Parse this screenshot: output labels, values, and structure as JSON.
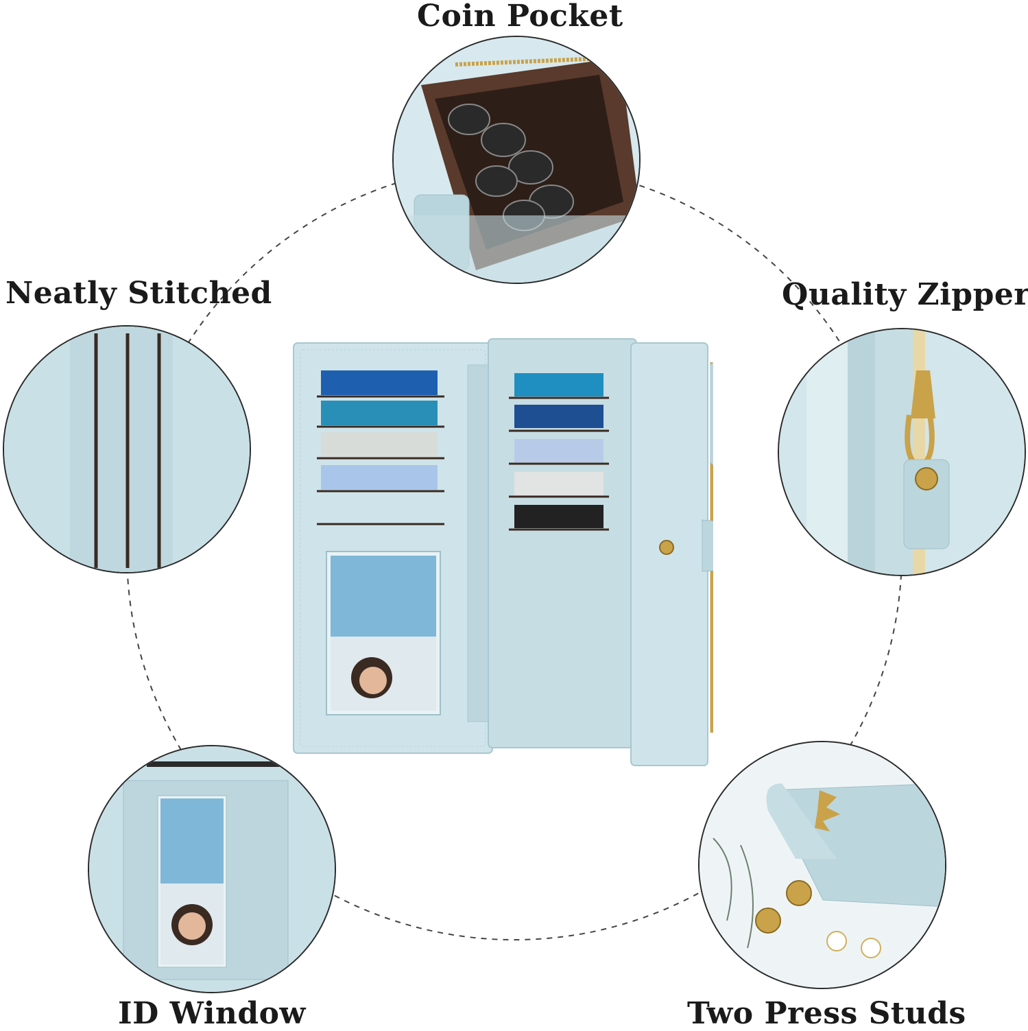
{
  "labels": {
    "coin_pocket": "Coin Pocket",
    "neatly_stitched": "Neatly Stitched",
    "quality_zipper": "Quality Zipper",
    "id_window": "ID Window",
    "two_press_studs": "Two Press Studs"
  },
  "colors": {
    "leather": "#cfe4ea",
    "leather_dark": "#b7d2da",
    "stitch": "#3a2a22",
    "gold": "#c9a24a",
    "dashed_ring": "#444444"
  },
  "icons": {
    "wallet": "wallet-photo",
    "coin": "coin-photo",
    "zipper": "zipper-photo",
    "stud": "press-stud-photo",
    "id_card": "id-card-photo"
  }
}
